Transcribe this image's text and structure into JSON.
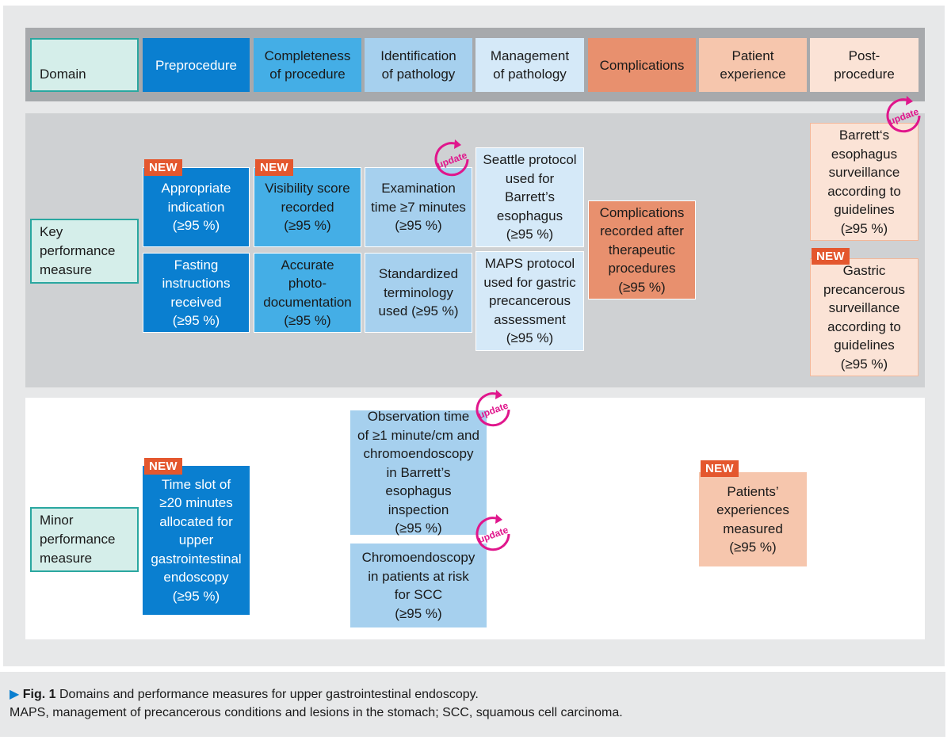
{
  "header": {
    "domain": "Domain",
    "preprocedure": "Preprocedure",
    "completeness": "Completeness\nof procedure",
    "identification": "Identification\nof pathology",
    "management": "Management\nof pathology",
    "complications": "Complications",
    "patient_experience": "Patient\nexperience",
    "post_procedure": "Post-\nprocedure"
  },
  "rows": {
    "key": "Key\nperformance\nmeasure",
    "minor": "Minor\nperformance\nmeasure"
  },
  "key": {
    "appropriate_indication": "Appropriate\nindication\n(≥95 %)",
    "fasting_instructions": "Fasting\ninstructions\nreceived\n(≥95 %)",
    "visibility_score": "Visibility score\nrecorded\n(≥95 %)",
    "photo_documentation": "Accurate\nphoto-\ndocumentation\n(≥95 %)",
    "examination_time": "Examination\ntime ≥7 minutes\n(≥95 %)",
    "standardized_terminology": "Standardized\nterminology\nused (≥95 %)",
    "seattle_protocol": "Seattle protocol\nused for\nBarrett’s\nesophagus\n(≥95 %)",
    "maps_protocol": "MAPS protocol\nused for gastric\nprecancerous\nassessment\n(≥95 %)",
    "complications_recorded": "Complications\nrecorded after\ntherapeutic\nprocedures\n(≥95 %)",
    "barretts_surveillance": "Barrett‘s\nesophagus\nsurveillance\naccording to\nguidelines\n(≥95 %)",
    "gastric_surveillance": "Gastric\nprecancerous\nsurveillance\naccording to\nguidelines\n(≥95 %)"
  },
  "minor": {
    "time_slot": "Time slot of\n≥20 minutes\nallocated for\nupper\ngastrointestinal\nendoscopy\n(≥95 %)",
    "observation_time": "Observation time\nof ≥1 minute/cm and\nchromoendoscopy\nin Barrett’s\nesophagus inspection\n(≥95 %)",
    "chromoendoscopy_scc": "Chromoendoscopy\nin patients at risk\nfor SCC\n(≥95 %)",
    "patients_experiences": "Patients’\nexperiences\nmeasured\n(≥95 %)"
  },
  "badges": {
    "new": "NEW",
    "update": "update"
  },
  "colors": {
    "preprocedure": "#0a7fd0",
    "completeness": "#44aee6",
    "identification": "#a6d0ee",
    "management": "#d5e9f8",
    "complications": "#e8906e",
    "patient_experience": "#f6c6ad",
    "post_procedure": "#fbe3d6",
    "domain_label": "#d5eeea",
    "new_badge": "#e4572e",
    "update_badge": "#e0168c"
  },
  "caption": {
    "arrow": "▶",
    "fig_label": "Fig. 1",
    "line1_text": "Domains and performance measures for upper gastrointestinal endoscopy.",
    "line2_text": "MAPS, management of precancerous conditions and lesions in the stomach; SCC, squamous cell carcinoma."
  }
}
